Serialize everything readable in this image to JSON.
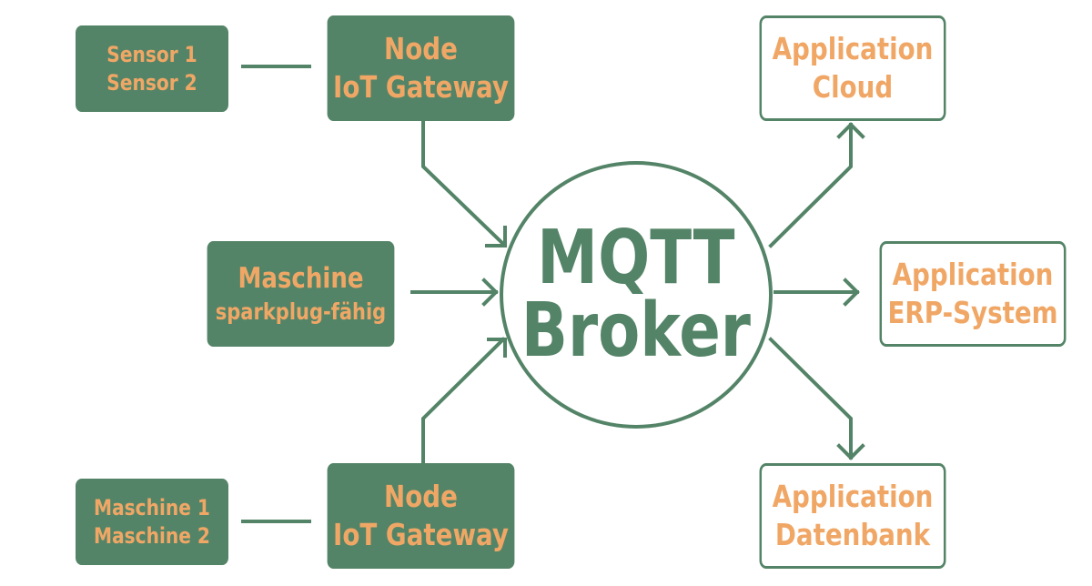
{
  "sources": {
    "sensors": {
      "line1": "Sensor 1",
      "line2": "Sensor 2"
    },
    "node_top": {
      "line1": "Node",
      "line2": "IoT Gateway"
    },
    "machine": {
      "line1": "Maschine",
      "line2": "sparkplug-fähig"
    },
    "machines": {
      "line1": "Maschine 1",
      "line2": "Maschine 2"
    },
    "node_bottom": {
      "line1": "Node",
      "line2": "IoT Gateway"
    }
  },
  "broker": {
    "line1": "MQTT",
    "line2": "Broker"
  },
  "applications": {
    "cloud": {
      "line1": "Application",
      "line2": "Cloud"
    },
    "erp": {
      "line1": "Application",
      "line2": "ERP-System"
    },
    "database": {
      "line1": "Application",
      "line2": "Datenbank"
    }
  },
  "colors": {
    "green": "#548467",
    "orange": "#f0a766",
    "background": "#ffffff"
  }
}
